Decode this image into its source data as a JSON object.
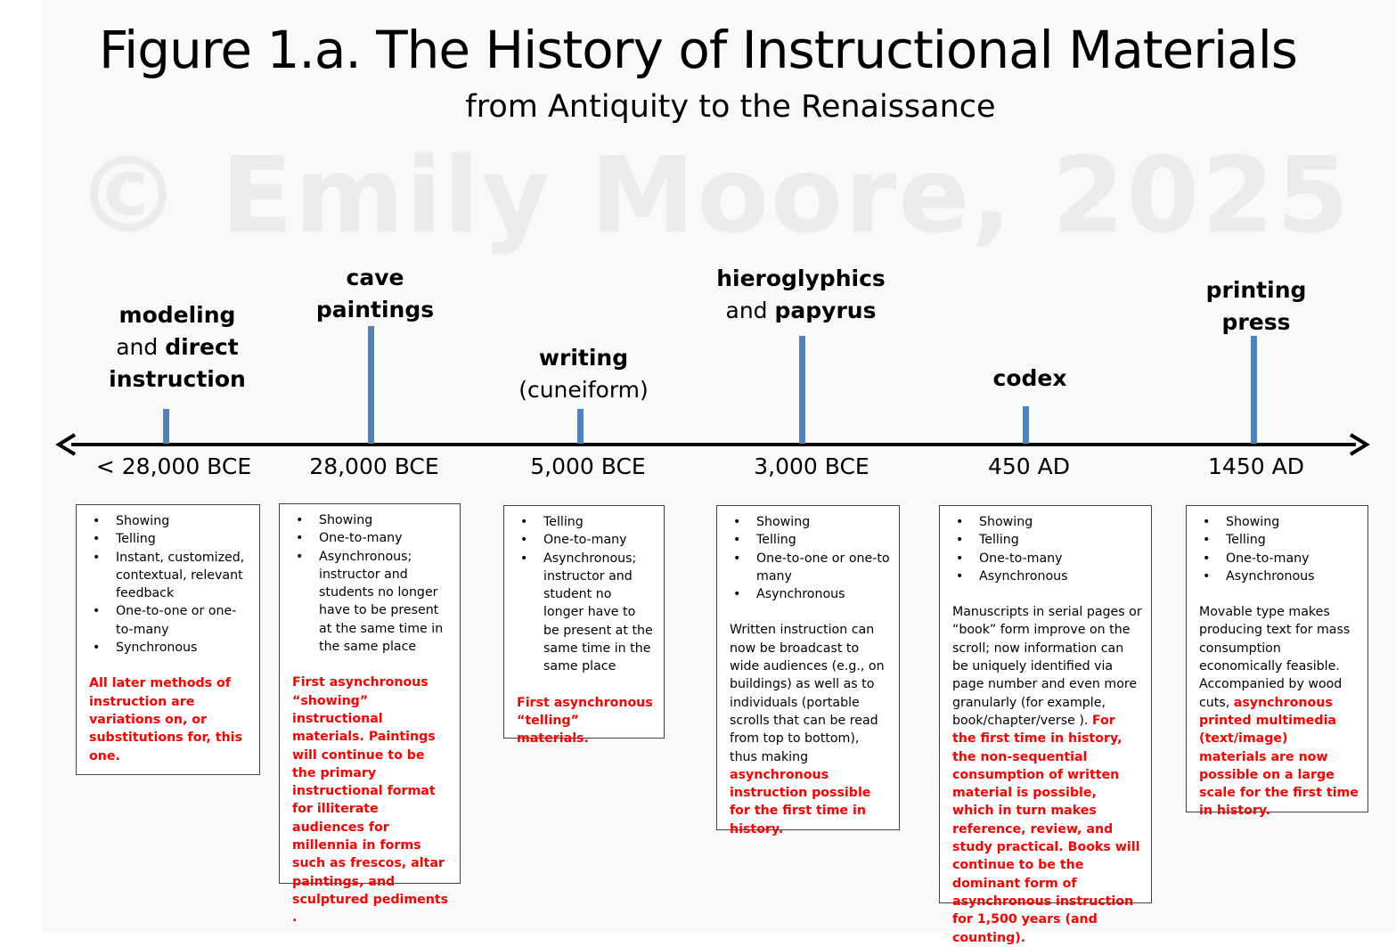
{
  "title": "Figure 1.a. The History of Instructional Materials",
  "subtitle": "from Antiquity to the Renaissance",
  "watermark": "© Emily Moore, 2025",
  "events": [
    {
      "label_parts": [
        {
          "t": "modeling",
          "b": true
        },
        {
          "br": true
        },
        {
          "t": "and ",
          "b": false
        },
        {
          "t": "direct",
          "b": true
        },
        {
          "br": true
        },
        {
          "t": "instruction",
          "b": true
        }
      ],
      "date": "< 28,000 BCE",
      "bullets": [
        "Showing",
        "Telling",
        "Instant, customized, contextual, relevant feedback",
        "One-to-one or one-to-many",
        "Synchronous"
      ],
      "paragraph": [
        {
          "t": "All later methods of instruction are variations on, or substitutions for, this one.",
          "red": true
        }
      ]
    },
    {
      "label_parts": [
        {
          "t": "cave",
          "b": true
        },
        {
          "br": true
        },
        {
          "t": "paintings",
          "b": true
        }
      ],
      "date": "28,000 BCE",
      "bullets": [
        "Showing",
        "One-to-many",
        "Asynchronous; instructor and students no longer have to be present at the same time in the same place"
      ],
      "paragraph": [
        {
          "t": "First asynchronous “showing” instructional materials.  Paintings will continue to be the primary instructional format for  illiterate audiences for millennia in forms such as frescos, altar paintings, and sculptured pediments .",
          "red": true
        }
      ]
    },
    {
      "label_parts": [
        {
          "t": "writing",
          "b": true
        },
        {
          "br": true
        },
        {
          "t": "(cuneiform)",
          "b": false
        }
      ],
      "date": "5,000 BCE",
      "bullets": [
        "Telling",
        "One-to-many",
        "Asynchronous; instructor and student no longer have to be present at the same time in the same place"
      ],
      "paragraph": [
        {
          "t": "First asynchronous “telling” materials.",
          "red": true
        }
      ]
    },
    {
      "label_parts": [
        {
          "t": "hieroglyphics",
          "b": true
        },
        {
          "br": true
        },
        {
          "t": "and ",
          "b": false
        },
        {
          "t": "papyrus",
          "b": true
        }
      ],
      "date": "3,000 BCE",
      "bullets": [
        "Showing",
        "Telling",
        "One-to-one or one-to many",
        "Asynchronous"
      ],
      "paragraph": [
        {
          "t": "Written instruction can now be broadcast to wide audiences (e.g., on buildings) as well as to individuals (portable scrolls that can be read from top to bottom), thus making ",
          "red": false
        },
        {
          "t": "asynchronous instruction possible for the first time in history.",
          "red": true
        }
      ]
    },
    {
      "label_parts": [
        {
          "t": "codex",
          "b": true
        }
      ],
      "date": "450 AD",
      "bullets": [
        "Showing",
        "Telling",
        "One-to-many",
        "Asynchronous"
      ],
      "paragraph": [
        {
          "t": "Manuscripts in serial pages or “book” form improve on the scroll; now information can be uniquely identified via page number and even more granularly (for example, book/chapter/verse ). ",
          "red": false
        },
        {
          "t": "For the first time in history, the  non-sequential consumption of written material is possible, which in turn makes reference,  review, and study practical. Books will continue to be the dominant form of asynchronous instruction for 1,500 years (and counting).",
          "red": true
        }
      ]
    },
    {
      "label_parts": [
        {
          "t": "printing",
          "b": true
        },
        {
          "br": true
        },
        {
          "t": "press",
          "b": true
        }
      ],
      "date": "1450 AD",
      "bullets": [
        "Showing",
        "Telling",
        "One-to-many",
        "Asynchronous"
      ],
      "paragraph": [
        {
          "t": "Movable type makes producing text for mass consumption economically feasible. Accompanied by wood cuts, ",
          "red": false
        },
        {
          "t": "asynchronous printed multimedia (text/image) materials are now possible on a large scale for the first time in history.",
          "red": true
        }
      ]
    }
  ],
  "colors": {
    "tick": "#4f81bd",
    "highlight": "#ff0000",
    "axis": "#000000",
    "watermark": "#ececec"
  }
}
